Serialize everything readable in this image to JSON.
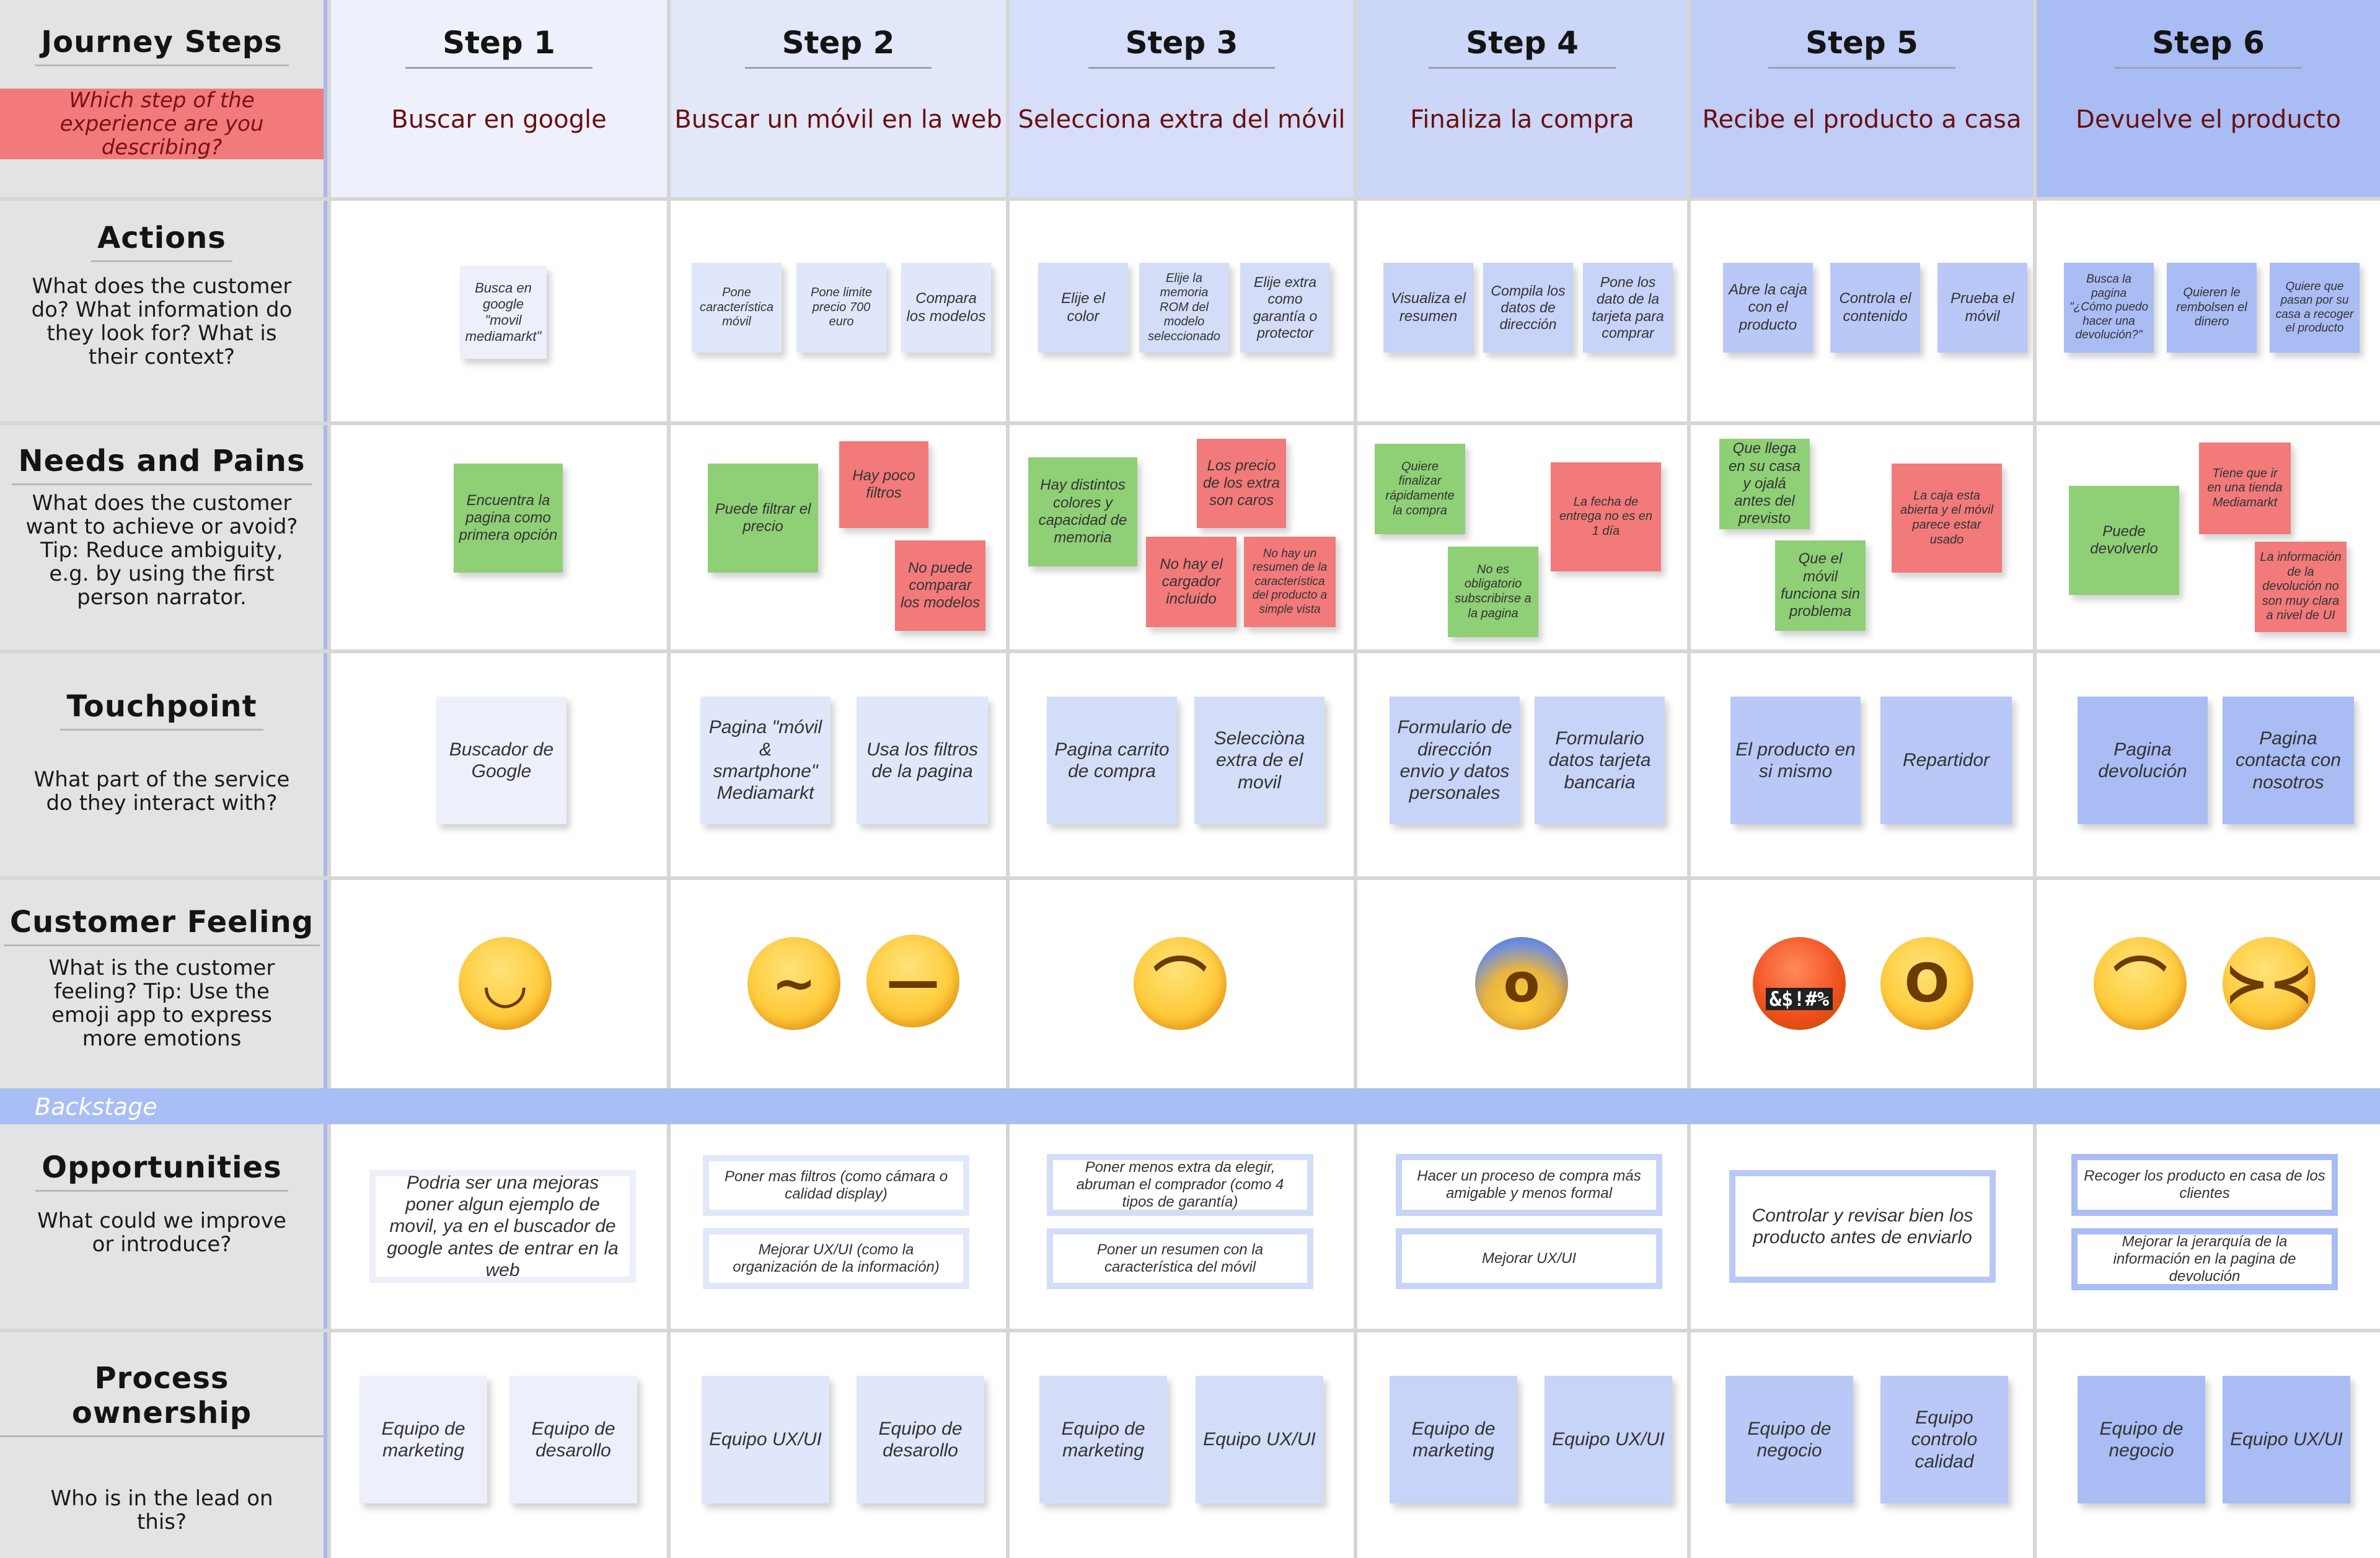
{
  "headers": {
    "journey": {
      "title": "Journey Steps",
      "question": "Which step of the experience are you describing?"
    },
    "actions": {
      "title": "Actions",
      "question": "What does the customer do? What information do they look for? What is their context?"
    },
    "needs": {
      "title": "Needs and Pains",
      "question": "What does the customer want to achieve or avoid? Tip: Reduce ambiguity, e.g. by using the first person narrator."
    },
    "touchpoint": {
      "title": "Touchpoint",
      "question": "What part of the service do they interact with?"
    },
    "feeling": {
      "title": "Customer Feeling",
      "question": "What is the customer feeling? Tip: Use the emoji app to express more emotions"
    },
    "opportunities": {
      "title": "Opportunities",
      "question": "What could we improve or introduce?"
    },
    "ownership": {
      "title": "Process ownership",
      "question": "Who is in the lead on this?"
    }
  },
  "backstage_label": "Backstage",
  "steps": [
    {
      "title": "Step 1",
      "desc": "Buscar en google"
    },
    {
      "title": "Step 2",
      "desc": "Buscar un móvil en la web"
    },
    {
      "title": "Step 3",
      "desc": "Selecciona extra del móvil"
    },
    {
      "title": "Step 4",
      "desc": "Finaliza la compra"
    },
    {
      "title": "Step 5",
      "desc": "Recibe el producto a casa"
    },
    {
      "title": "Step 6",
      "desc": "Devuelve el producto"
    }
  ],
  "actions": {
    "s1": [
      "Busca en google \"movil mediamarkt\""
    ],
    "s2": [
      "Pone característica móvil",
      "Pone limite precio 700 euro",
      "Compara los modelos"
    ],
    "s3": [
      "Elije el color",
      "Elije la memoria ROM del modelo seleccionado",
      "Elije extra como garantía o protector"
    ],
    "s4": [
      "Visualiza el resumen",
      "Compila los datos de dirección",
      "Pone los dato de la tarjeta para comprar"
    ],
    "s5": [
      "Abre la caja con el producto",
      "Controla el contenido",
      "Prueba el móvil"
    ],
    "s6": [
      "Busca la pagina \"¿Cómo puedo hacer una devolución?\"",
      "Quieren le rembolsen el dinero",
      "Quiere que pasan por su casa a recoger el producto"
    ]
  },
  "needs": {
    "s1": [
      "Encuentra la pagina como primera opción"
    ],
    "s2": [
      "Puede filtrar el precio",
      "Hay poco filtros",
      "No puede comparar los modelos"
    ],
    "s3": [
      "Hay distintos colores y capacidad de memoria",
      "Los precio de los extra son caros",
      "No hay el cargador incluido",
      "No hay un resumen de la característica del producto a simple vista"
    ],
    "s4": [
      "Quiere finalizar rápidamente la compra",
      "No es obligatorio subscribirse a la pagina",
      "La fecha de entrega no es en 1 día"
    ],
    "s5": [
      "Que llega en su casa y ojalá antes del previsto",
      "Que el móvil funciona sin problema",
      "La caja esta abierta y el móvil parece estar usado"
    ],
    "s6": [
      "Puede devolverlo",
      "Tiene que ir en una tienda Mediamarkt",
      "La información de la devolución no son muy clara a nivel de UI"
    ]
  },
  "touchpoints": {
    "s1": [
      "Buscador de Google"
    ],
    "s2": [
      "Pagina \"móvil & smartphone\" Mediamarkt",
      "Usa los filtros de la pagina"
    ],
    "s3": [
      "Pagina carrito de compra",
      "Selecciòna extra de el movil"
    ],
    "s4": [
      "Formulario de dirección envio y datos personales",
      "Formulario datos tarjeta bancaria"
    ],
    "s5": [
      "El producto en si mismo",
      "Repartidor"
    ],
    "s6": [
      "Pagina devolución",
      "Pagina contacta con nosotros"
    ]
  },
  "feelings": {
    "s1": [
      {
        "icon": "slightly-smiling-face-icon",
        "glyph": "🙂"
      }
    ],
    "s2": [
      {
        "icon": "thinking-face-icon",
        "glyph": "🤔"
      },
      {
        "icon": "raised-eyebrow-face-icon",
        "glyph": "🤨"
      }
    ],
    "s3": [
      {
        "icon": "unamused-face-icon",
        "glyph": "😒"
      }
    ],
    "s4": [
      {
        "icon": "anxious-sweat-face-icon",
        "glyph": "😰"
      }
    ],
    "s5": [
      {
        "icon": "cursing-face-icon",
        "glyph": "🤬",
        "text": "&$!#%"
      },
      {
        "icon": "astonished-face-icon",
        "glyph": "😲"
      }
    ],
    "s6": [
      {
        "icon": "downcast-sweat-face-icon",
        "glyph": "😓"
      },
      {
        "icon": "steam-from-nose-face-icon",
        "glyph": "😤"
      }
    ]
  },
  "opportunities": {
    "s1": [
      "Podria ser una mejoras poner algun ejemplo de movil, ya en el buscador de google antes de entrar en la web"
    ],
    "s2": [
      "Poner mas filtros (como cámara o calidad display)",
      "Mejorar UX/UI (como la organización de la información)"
    ],
    "s3": [
      "Poner menos extra da elegir, abruman el comprador (como 4 tipos de garantía)",
      "Poner un resumen con la característica del móvil"
    ],
    "s4": [
      "Hacer un proceso de compra más amigable y menos formal",
      "Mejorar UX/UI"
    ],
    "s5": [
      "Controlar y revisar bien los producto antes de enviarlo"
    ],
    "s6": [
      "Recoger los producto en casa de los clientes",
      "Mejorar la jerarquía de la información en la pagina de devolución"
    ]
  },
  "ownership": {
    "s1": [
      "Equipo de marketing",
      "Equipo de desarollo"
    ],
    "s2": [
      "Equipo UX/UI",
      "Equipo de desarollo"
    ],
    "s3": [
      "Equipo de marketing",
      "Equipo UX/UI"
    ],
    "s4": [
      "Equipo de marketing",
      "Equipo UX/UI"
    ],
    "s5": [
      "Equipo de negocio",
      "Equipo controlo calidad"
    ],
    "s6": [
      "Equipo de negocio",
      "Equipo UX/UI"
    ]
  },
  "colors": {
    "step1": "#eef1fb",
    "step2": "#e2e8fa",
    "step3": "#d6def9",
    "step4": "#cbd6f8",
    "step5": "#bfcdf7",
    "step6": "#a9bcf4",
    "positive_note": "#8fcf76",
    "negative_note": "#f27a7a",
    "backstage": "#a9bef4"
  }
}
